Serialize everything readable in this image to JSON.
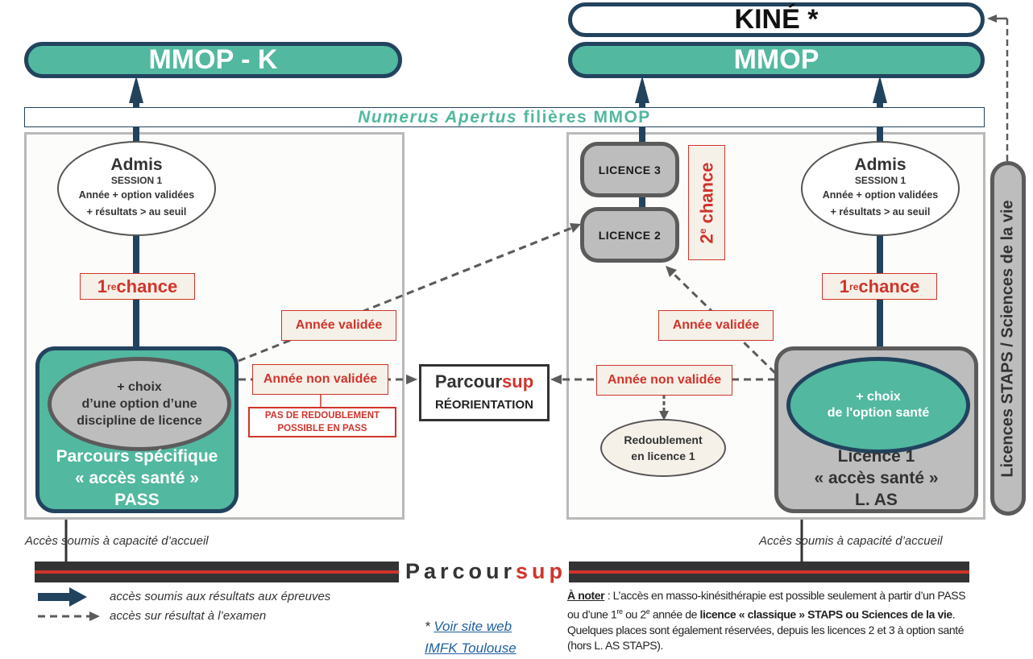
{
  "top": {
    "kine_label": "KINÉ *",
    "mmop_k_label": "MMOP - K",
    "mmop_label": "MMOP",
    "numerus_italic": "Numerus Apertus",
    "numerus_rest": " filières MMOP"
  },
  "left_panel": {
    "admis": {
      "title": "Admis",
      "session": "SESSION 1",
      "line1": "Année + option validées",
      "line2": "+ résultats > au seuil"
    },
    "chance_num": "1",
    "chance_sup": "re",
    "chance_text": " chance",
    "pass_box": {
      "option_line1": "+ choix",
      "option_line2": "d’une option d’une",
      "option_line3": "discipline de licence",
      "title_line1": "Parcours spécifique",
      "title_line2": "« accès santé »",
      "title_line3": "PASS"
    },
    "annee_validee": "Année validée",
    "annee_non_validee": "Année non validée",
    "no_repeat_line1": "PAS DE REDOUBLEMENT",
    "no_repeat_line2": "POSSIBLE EN PASS"
  },
  "center": {
    "parcoursup_main": "Parcour",
    "parcoursup_accent": "sup",
    "reorientation": "RÉORIENTATION"
  },
  "right_panel": {
    "licence3": "LICENCE 3",
    "licence2": "LICENCE 2",
    "second_chance_num": "2",
    "second_chance_sup": "e",
    "second_chance_text": " chance",
    "admis": {
      "title": "Admis",
      "session": "SESSION 1",
      "line1": "Année + option validées",
      "line2": "+ résultats > au seuil"
    },
    "chance_num": "1",
    "chance_sup": "re",
    "chance_text": " chance",
    "annee_validee": "Année validée",
    "annee_non_validee": "Année non validée",
    "redoublement_line1": "Redoublement",
    "redoublement_line2": "en licence 1",
    "las_box": {
      "option_line1": "+ choix",
      "option_line2": "de l'option santé",
      "title_line1": "Licence 1",
      "title_line2": "« accès santé »",
      "title_line3": "L. AS"
    }
  },
  "side_pill": "Licences STAPS / Sciences de la vie",
  "bottom": {
    "capacity_left": "Accès soumis à capacité d’accueil",
    "capacity_right": "Accès soumis à capacité d’accueil",
    "parcoursup_main": "Parcour",
    "parcoursup_accent": "sup",
    "legend": [
      {
        "icon": "solid-arrow-icon",
        "text": "accès soumis aux résultats aux épreuves"
      },
      {
        "icon": "dashed-arrow-icon",
        "text": "accès sur résultat à l’examen"
      }
    ],
    "link_prefix": "* ",
    "link_line1": "Voir site web",
    "link_line2": "IMFK Toulouse",
    "note": {
      "label": "À noter",
      "p1": " : L’accès en masso-kinésithérapie est possible seulement à partir d’un PASS ou d’une 1",
      "sup1": "re",
      "p2": " ou 2",
      "sup2": "e",
      "p3": " année de ",
      "bold1": "licence « classique » STAPS ou Sciences de la vie",
      "p4": ". Quelques places sont également réservées, depuis les licences 2 et 3 à option santé (hors L. AS STAPS)."
    }
  },
  "colors": {
    "navy": "#22435e",
    "teal": "#52b8a0",
    "red": "#d0342c",
    "gray_box": "#bdbdbd",
    "dark_gray": "#5b5b5b"
  }
}
